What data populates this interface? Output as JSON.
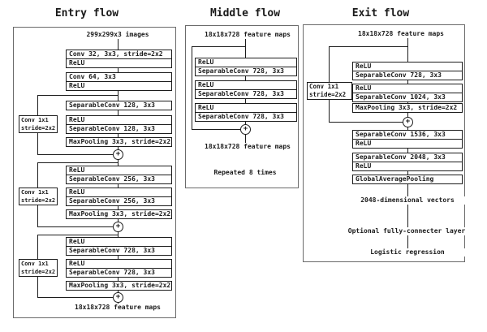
{
  "symbols": {
    "plus": "+"
  },
  "entry": {
    "title": "Entry flow",
    "input_label": "299x299x3 images",
    "output_label": "18x18x728 feature maps",
    "skip1": {
      "line1": "Conv 1x1",
      "line2": "stride=2x2"
    },
    "skip2": {
      "line1": "Conv 1x1",
      "line2": "stride=2x2"
    },
    "skip3": {
      "line1": "Conv 1x1",
      "line2": "stride=2x2"
    },
    "b1": {
      "r1": "Conv 32, 3x3, stride=2x2",
      "r2": "ReLU"
    },
    "b2": {
      "r1": "Conv 64, 3x3",
      "r2": "ReLU"
    },
    "b3": {
      "r1": "SeparableConv 128, 3x3"
    },
    "b4": {
      "r1": "ReLU",
      "r2": "SeparableConv 128, 3x3"
    },
    "b5": {
      "r1": "MaxPooling 3x3, stride=2x2"
    },
    "b6": {
      "r1": "ReLU",
      "r2": "SeparableConv 256, 3x3"
    },
    "b7": {
      "r1": "ReLU",
      "r2": "SeparableConv 256, 3x3"
    },
    "b8": {
      "r1": "MaxPooling 3x3, stride=2x2"
    },
    "b9": {
      "r1": "ReLU",
      "r2": "SeparableConv 728, 3x3"
    },
    "b10": {
      "r1": "ReLU",
      "r2": "SeparableConv 728, 3x3"
    },
    "b11": {
      "r1": "MaxPooling 3x3, stride=2x2"
    }
  },
  "middle": {
    "title": "Middle flow",
    "input_label": "18x18x728 feature maps",
    "output_label": "18x18x728 feature maps",
    "note": "Repeated 8 times",
    "b1": {
      "r1": "ReLU",
      "r2": "SeparableConv 728, 3x3"
    },
    "b2": {
      "r1": "ReLU",
      "r2": "SeparableConv 728, 3x3"
    },
    "b3": {
      "r1": "ReLU",
      "r2": "SeparableConv 728, 3x3"
    }
  },
  "exit": {
    "title": "Exit flow",
    "input_label": "18x18x728 feature maps",
    "skip1": {
      "line1": "Conv 1x1",
      "line2": "stride=2x2"
    },
    "b1": {
      "r1": "ReLU",
      "r2": "SeparableConv 728, 3x3"
    },
    "b2": {
      "r1": "ReLU",
      "r2": "SeparableConv 1024, 3x3"
    },
    "b3": {
      "r1": "MaxPooling 3x3, stride=2x2"
    },
    "b4": {
      "r1": "SeparableConv 1536, 3x3",
      "r2": "ReLU"
    },
    "b5": {
      "r1": "SeparableConv 2048, 3x3",
      "r2": "ReLU"
    },
    "b6": {
      "r1": "GlobalAveragePooling"
    },
    "vectors_label": "2048-dimensional vectors",
    "fc_label": "Optional fully-connecter layer",
    "logistic_label": "Logistic regression"
  }
}
